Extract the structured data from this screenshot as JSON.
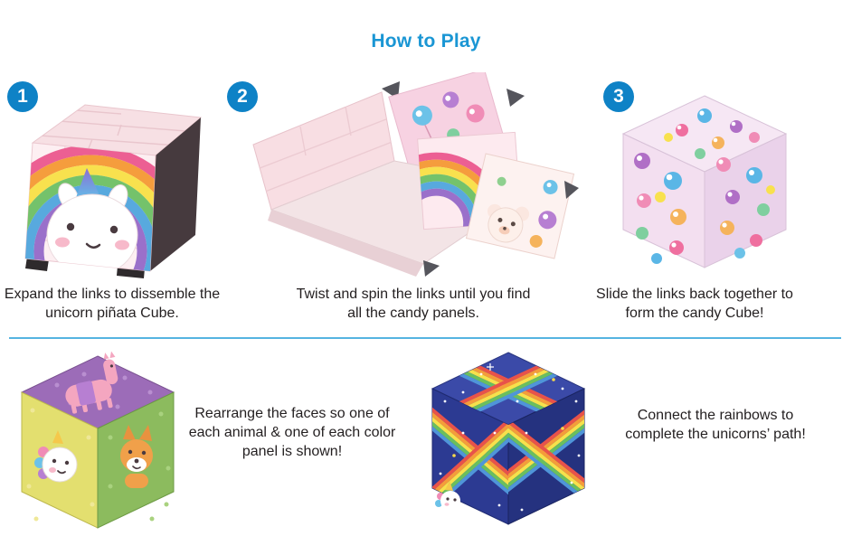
{
  "page": {
    "title": "How to Play"
  },
  "colors": {
    "title_blue": "#1a96d4",
    "badge_blue": "#0e82c6",
    "divider_blue": "#55b4e1",
    "text_dark": "#231f20"
  },
  "steps": [
    {
      "number": "1",
      "image": "unicorn-pinata-cube",
      "caption": "Expand the links to dissemble the unicorn piñata Cube."
    },
    {
      "number": "2",
      "image": "unfolded-cube-panels",
      "caption": "Twist and spin the links until you find all the candy panels."
    },
    {
      "number": "3",
      "image": "candy-cube",
      "caption": "Slide the links back together to form the candy Cube!"
    }
  ],
  "challenges": [
    {
      "image": "animal-faces-cube",
      "caption": "Rearrange the faces so one of each animal & one of each color panel is shown!"
    },
    {
      "image": "rainbow-night-cube",
      "caption": "Connect the rainbows to complete the unicorns’ path!"
    }
  ]
}
